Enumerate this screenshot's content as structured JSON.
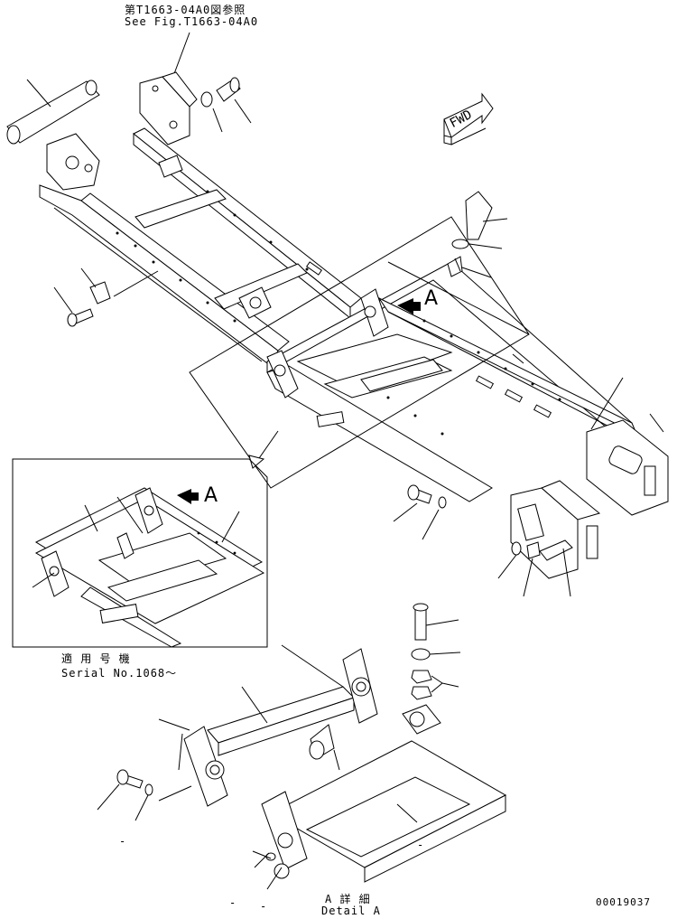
{
  "reference_note": {
    "line1": "第T1663-04A0図参照",
    "line2": "See Fig.T1663-04A0"
  },
  "direction_marker": "FWD",
  "view_marker": "A",
  "serial_note": {
    "line1": "適 用 号 機",
    "line2": "Serial No.1068～"
  },
  "detail_caption": {
    "line1": "A 詳 細",
    "line2": "Detail A"
  },
  "drawing_number": "00019037",
  "blank_marks": [
    "-",
    "-",
    "-",
    "-"
  ],
  "colors": {
    "ink": "#000000",
    "paper": "#ffffff"
  },
  "icons": [
    "fwd-arrow-icon",
    "view-arrow-icon",
    "leader-arrow-icon"
  ]
}
